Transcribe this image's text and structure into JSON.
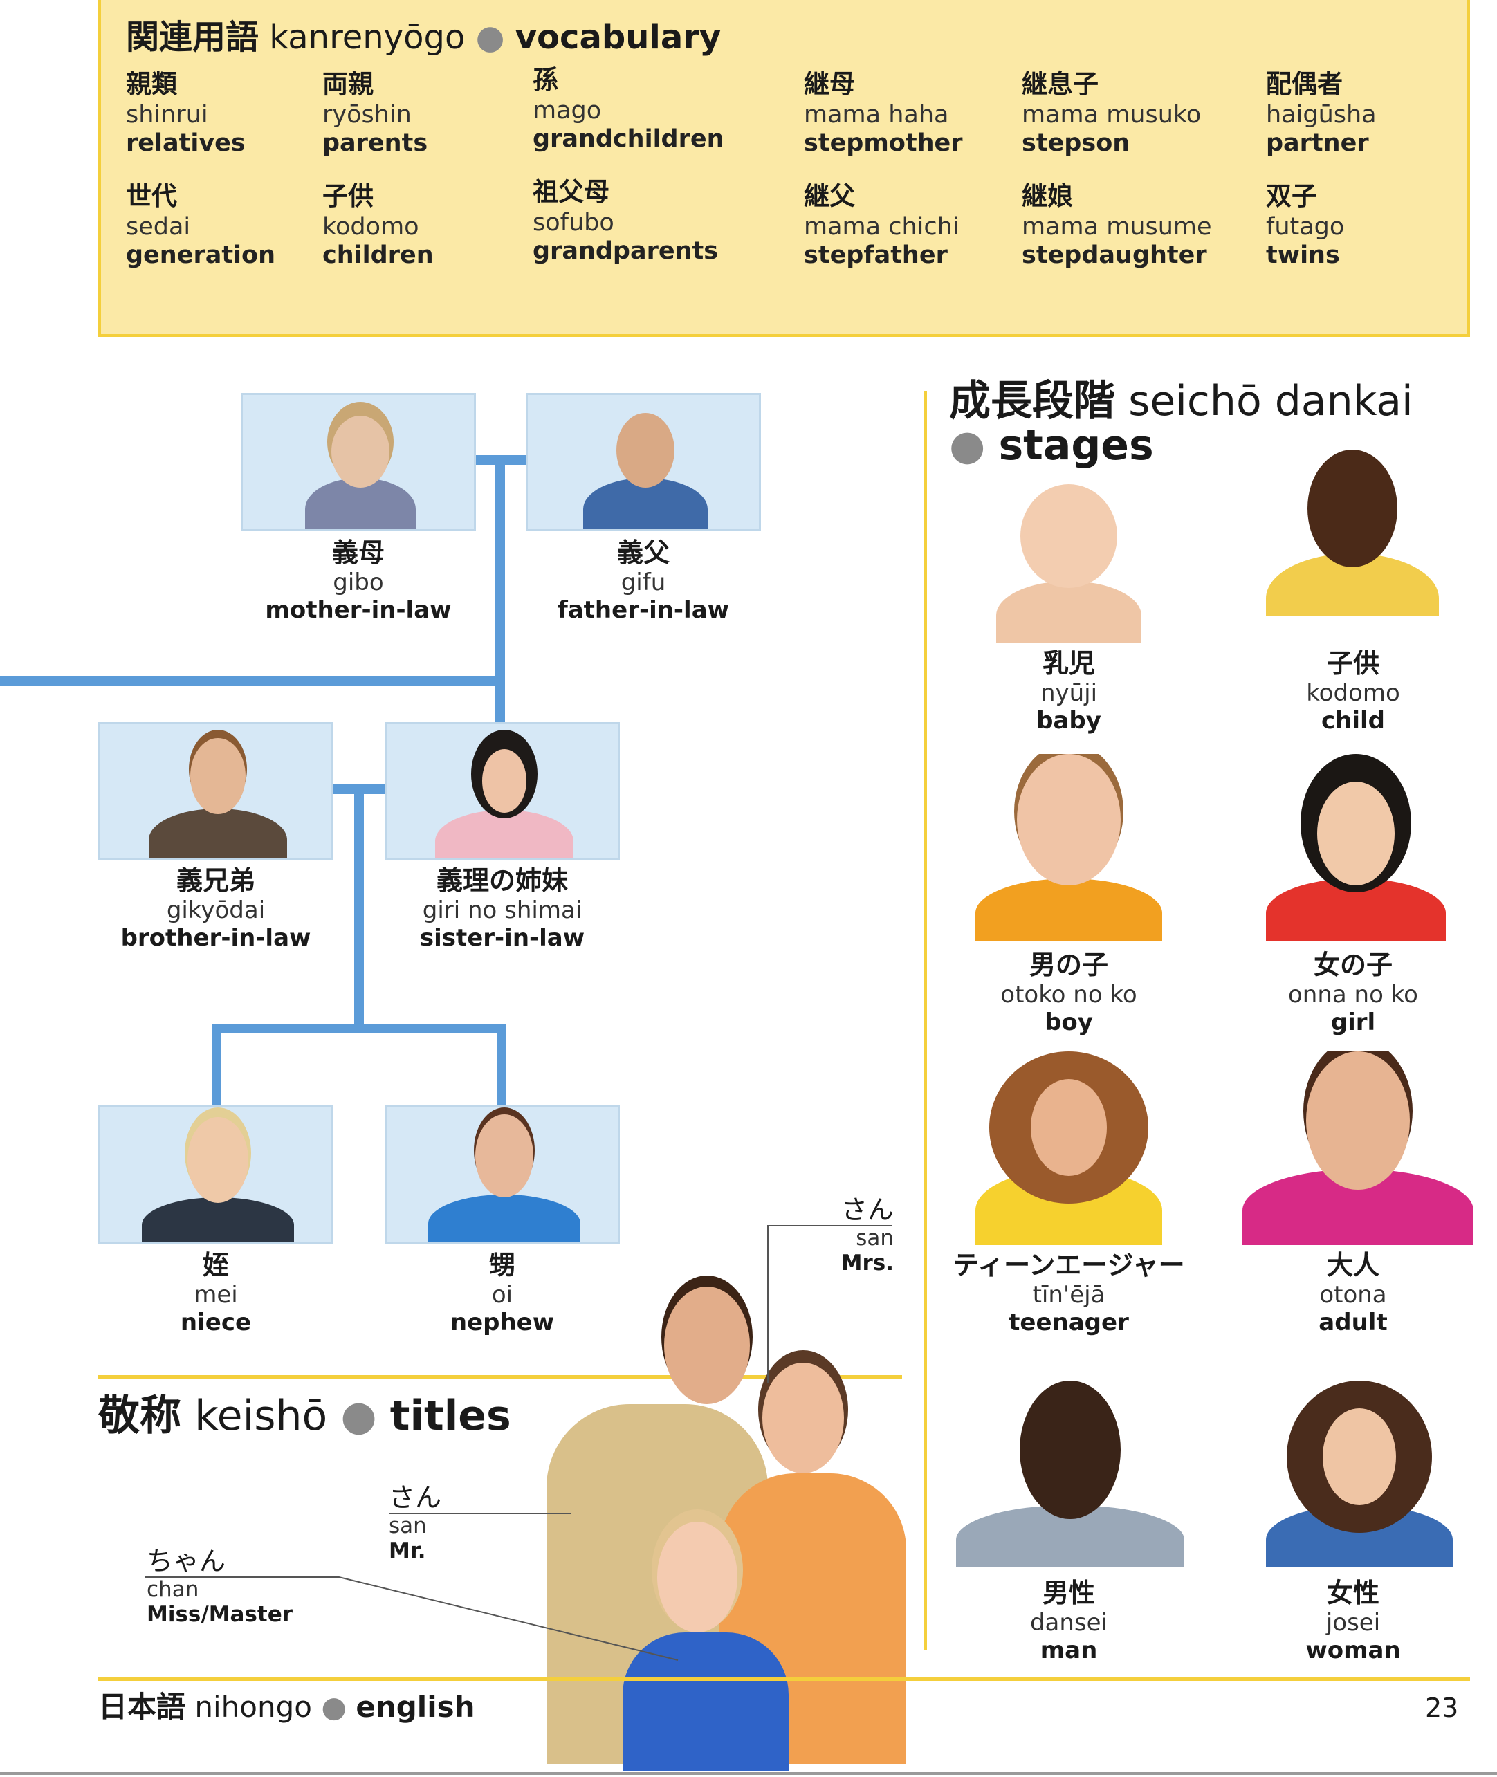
{
  "vocabulary": {
    "heading": {
      "jp": "関連用語",
      "romaji": "kanrenyōgo",
      "en": "vocabulary"
    },
    "items": [
      {
        "jp": "親類",
        "romaji": "shinrui",
        "en": "relatives"
      },
      {
        "jp": "両親",
        "romaji": "ryōshin",
        "en": "parents"
      },
      {
        "jp": "孫",
        "romaji": "mago",
        "en": "grandchildren"
      },
      {
        "jp": "継母",
        "romaji": "mama haha",
        "en": "stepmother"
      },
      {
        "jp": "継息子",
        "romaji": "mama musuko",
        "en": "stepson"
      },
      {
        "jp": "配偶者",
        "romaji": "haigūsha",
        "en": "partner"
      },
      {
        "jp": "世代",
        "romaji": "sedai",
        "en": "generation"
      },
      {
        "jp": "子供",
        "romaji": "kodomo",
        "en": "children"
      },
      {
        "jp": "祖父母",
        "romaji": "sofubo",
        "en": "grandparents"
      },
      {
        "jp": "継父",
        "romaji": "mama chichi",
        "en": "stepfather"
      },
      {
        "jp": "継娘",
        "romaji": "mama musume",
        "en": "stepdaughter"
      },
      {
        "jp": "双子",
        "romaji": "futago",
        "en": "twins"
      }
    ]
  },
  "family_tree": [
    {
      "jp": "義母",
      "romaji": "gibo",
      "en": "mother-in-law"
    },
    {
      "jp": "義父",
      "romaji": "gifu",
      "en": "father-in-law"
    },
    {
      "jp": "義兄弟",
      "romaji": "gikyōdai",
      "en": "brother-in-law"
    },
    {
      "jp": "義理の姉妹",
      "romaji": "giri no shimai",
      "en": "sister-in-law"
    },
    {
      "jp": "姪",
      "romaji": "mei",
      "en": "niece"
    },
    {
      "jp": "甥",
      "romaji": "oi",
      "en": "nephew"
    }
  ],
  "stages": {
    "heading": {
      "jp": "成長段階",
      "romaji": "seichō dankai",
      "en": "stages"
    },
    "items": [
      {
        "jp": "乳児",
        "romaji": "nyūji",
        "en": "baby"
      },
      {
        "jp": "子供",
        "romaji": "kodomo",
        "en": "child"
      },
      {
        "jp": "男の子",
        "romaji": "otoko no ko",
        "en": "boy"
      },
      {
        "jp": "女の子",
        "romaji": "onna no ko",
        "en": "girl"
      },
      {
        "jp": "ティーンエージャー",
        "romaji": "tīn'ējā",
        "en": "teenager"
      },
      {
        "jp": "大人",
        "romaji": "otona",
        "en": "adult"
      },
      {
        "jp": "男性",
        "romaji": "dansei",
        "en": "man"
      },
      {
        "jp": "女性",
        "romaji": "josei",
        "en": "woman"
      }
    ]
  },
  "titles": {
    "heading": {
      "jp": "敬称",
      "romaji": "keishō",
      "en": "titles"
    },
    "labels": [
      {
        "jp": "さん",
        "romaji": "san",
        "en": "Mrs."
      },
      {
        "jp": "さん",
        "romaji": "san",
        "en": "Mr."
      },
      {
        "jp": "ちゃん",
        "romaji": "chan",
        "en": "Miss/Master"
      }
    ]
  },
  "footer": {
    "jp": "日本語",
    "romaji": "nihongo",
    "en": "english",
    "page_number": "23"
  },
  "colors": {
    "accent_yellow": "#f4cf3c",
    "box_fill": "#fbe9a6",
    "tree_blue": "#5b9bd8",
    "photo_bg": "#d6e8f6"
  }
}
